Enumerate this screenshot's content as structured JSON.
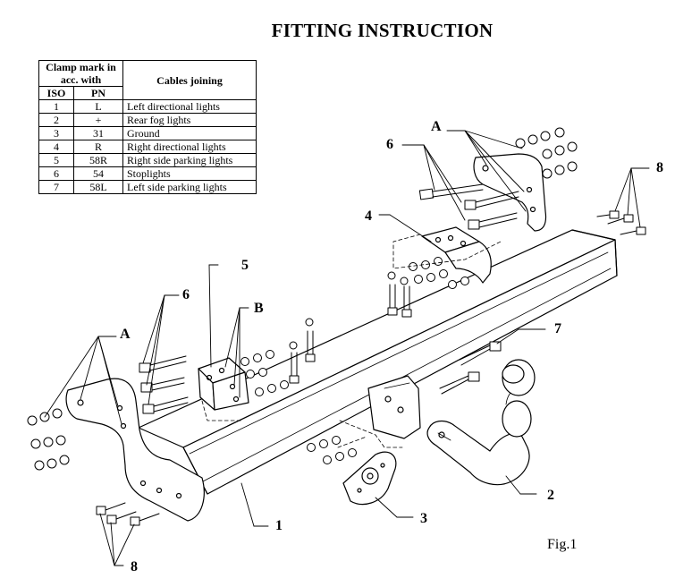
{
  "title": "FITTING INSTRUCTION",
  "legend": {
    "header_clamp": "Clamp mark in acc. with",
    "header_cables": "Cables joining",
    "header_iso": "ISO",
    "header_pn": "PN",
    "rows": [
      {
        "iso": "1",
        "pn": "L",
        "desc": "Left directional lights"
      },
      {
        "iso": "2",
        "pn": "+",
        "desc": "Rear fog lights"
      },
      {
        "iso": "3",
        "pn": "31",
        "desc": "Ground"
      },
      {
        "iso": "4",
        "pn": "R",
        "desc": "Right directional lights"
      },
      {
        "iso": "5",
        "pn": "58R",
        "desc": "Right side parking lights"
      },
      {
        "iso": "6",
        "pn": "54",
        "desc": "Stoplights"
      },
      {
        "iso": "7",
        "pn": "58L",
        "desc": "Left side parking lights"
      }
    ]
  },
  "callouts": {
    "a_top": "A",
    "a_left": "A",
    "b": "B",
    "n1": "1",
    "n2": "2",
    "n3": "3",
    "n4": "4",
    "n5": "5",
    "n6_top": "6",
    "n6_left": "6",
    "n7": "7",
    "n8_right": "8",
    "n8_bottom": "8"
  },
  "figure_label": "Fig.1"
}
